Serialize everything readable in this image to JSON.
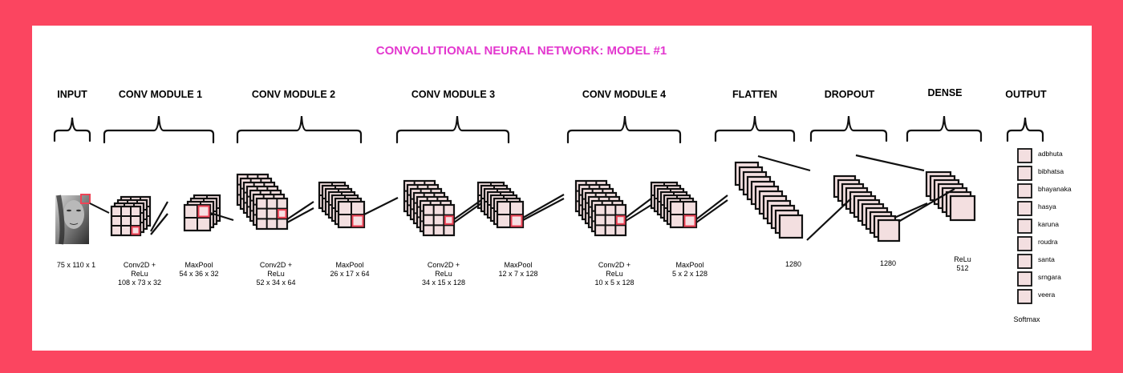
{
  "title": "CONVOLUTIONAL NEURAL NETWORK: MODEL  #1",
  "colors": {
    "frame": "#fb4560",
    "title": "#e338cf",
    "cube_fill": "#f3dfe0",
    "highlight": "#ee4457",
    "edge": "#111111"
  },
  "sections": [
    "INPUT",
    "CONV MODULE 1",
    "CONV MODULE 2",
    "CONV MODULE 3",
    "CONV MODULE 4",
    "FLATTEN",
    "DROPOUT",
    "DENSE",
    "OUTPUT"
  ],
  "input": {
    "image": "face-photo",
    "shape": "75 x 110 x 1"
  },
  "layers": [
    {
      "op": "Conv2D +",
      "act": "ReLu",
      "shape": "108 x 73 x 32"
    },
    {
      "op": "MaxPool",
      "shape": "54 x 36 x 32"
    },
    {
      "op": "Conv2D +",
      "act": "ReLu",
      "shape": "52 x 34 x 64"
    },
    {
      "op": "MaxPool",
      "shape": "26 x 17 x 64"
    },
    {
      "op": "Conv2D +",
      "act": "ReLu",
      "shape": "34 x 15 x 128"
    },
    {
      "op": "MaxPool",
      "shape": "12 x 7 x 128"
    },
    {
      "op": "Conv2D +",
      "act": "ReLu",
      "shape": "10 x 5 x 128"
    },
    {
      "op": "MaxPool",
      "shape": "5 x 2 x 128"
    }
  ],
  "flatten": {
    "units": "1280"
  },
  "dropout": {
    "units": "1280"
  },
  "dense": {
    "act": "ReLu",
    "units": "512"
  },
  "output": {
    "classes": [
      "adbhuta",
      "bibhatsa",
      "bhayanaka",
      "hasya",
      "karuna",
      "roudra",
      "santa",
      "srngara",
      "veera"
    ],
    "act": "Softmax"
  }
}
